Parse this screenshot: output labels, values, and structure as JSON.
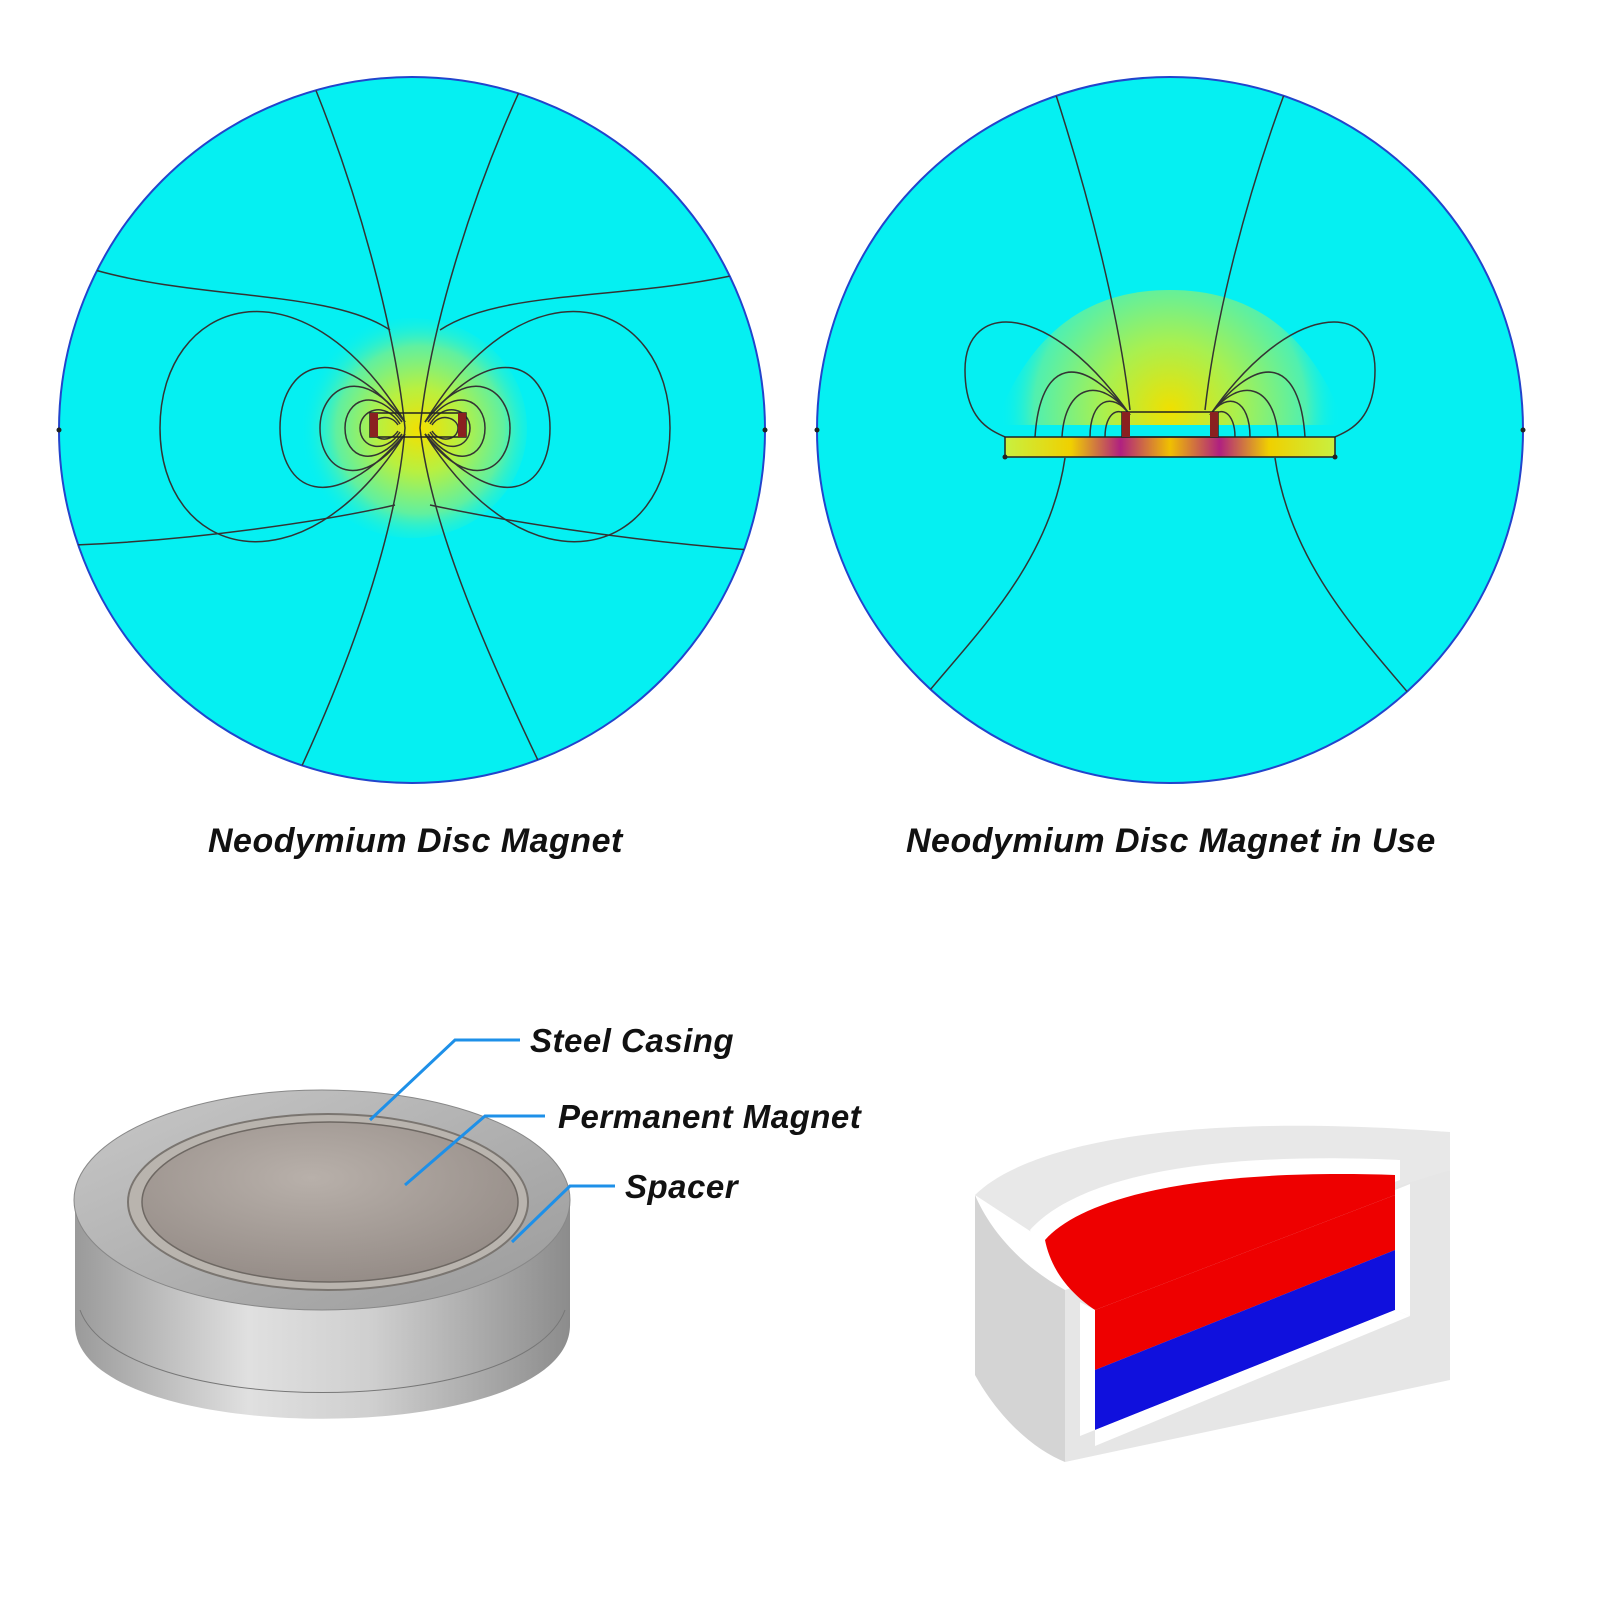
{
  "simulations": [
    {
      "caption": "Neodymium Disc Magnet"
    },
    {
      "caption": "Neodymium Disc Magnet in Use"
    }
  ],
  "labels": {
    "steel_casing": "Steel Casing",
    "permanent_magnet": "Permanent Magnet",
    "spacer": "Spacer"
  },
  "colors": {
    "field_background": "#05F0F2",
    "circle_edge": "#2244CC",
    "field_line": "#333333",
    "leader_line": "#1E90E8",
    "magnet_north": "#EE0000",
    "magnet_south": "#1010DD",
    "casing_grey": "#D8D8D8"
  }
}
